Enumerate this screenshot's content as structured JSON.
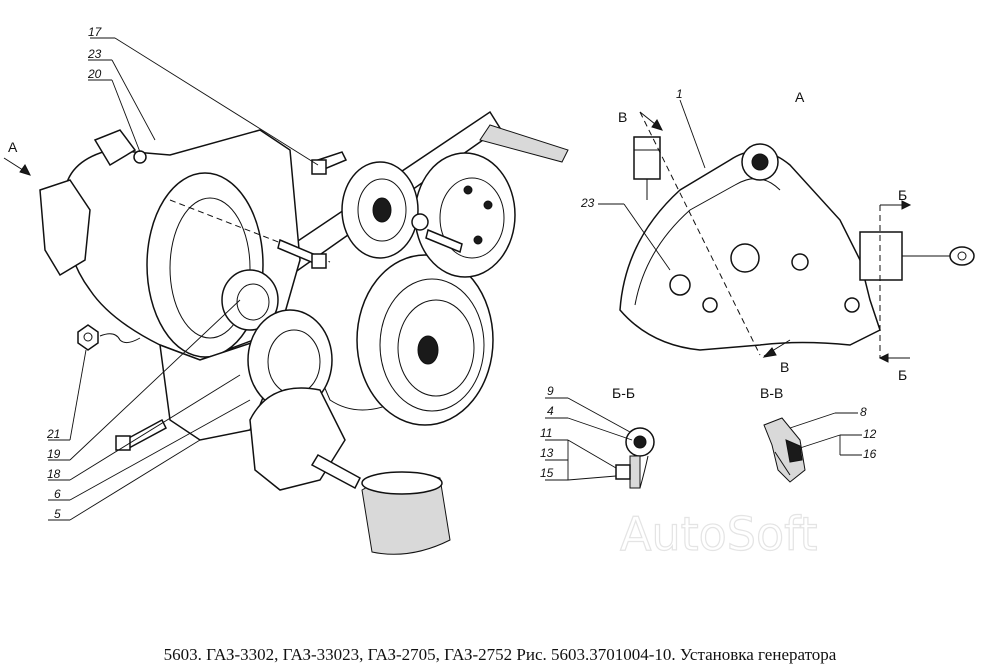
{
  "caption": "5603. ГАЗ-3302, ГАЗ-33023, ГАЗ-2705, ГАЗ-2752 Рис. 5603.3701004-10. Установка генератора",
  "watermark": "AutoSoft",
  "views": {
    "arrow_a_left": "А",
    "view_a_title": "А",
    "section_b_top": "Б",
    "section_b_bottom": "Б",
    "section_v_top": "В",
    "section_v_bottom": "В",
    "section_bb_title": "Б-Б",
    "section_vv_title": "В-В"
  },
  "callouts": {
    "c17": "17",
    "c23": "23",
    "c20": "20",
    "c21": "21",
    "c19": "19",
    "c18": "18",
    "c6": "6",
    "c5": "5",
    "c1": "1",
    "c23b": "23",
    "c9": "9",
    "c4": "4",
    "c11": "11",
    "c13": "13",
    "c15": "15",
    "c8": "8",
    "c12": "12",
    "c16": "16"
  }
}
